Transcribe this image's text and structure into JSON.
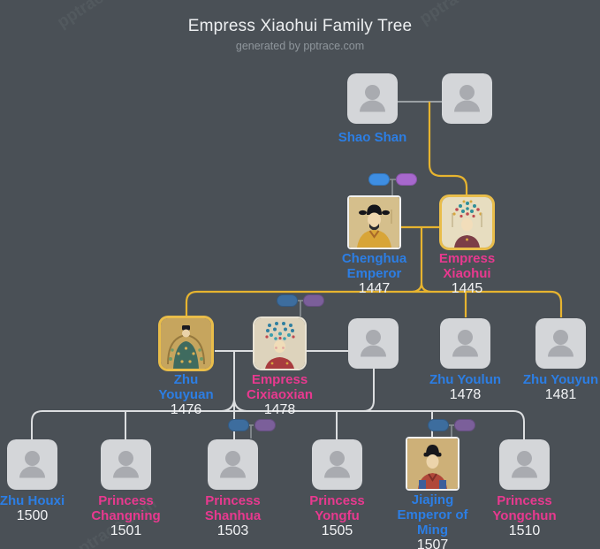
{
  "header": {
    "title": "Empress Xiaohui Family Tree",
    "subtitle": "generated by pptrace.com"
  },
  "watermark_text": "pptrace.com",
  "colors": {
    "background": "#4a5056",
    "male_name": "#2c7ee4",
    "female_name": "#e8398f",
    "year_text": "#f2f3f5",
    "descent_line_gold": "#e7b42f",
    "family_line_white": "#dcdee0",
    "gen1_spouse_line_gray": "#9aa0a4",
    "pill_blue_active": "#3e8ee2",
    "pill_purple_active": "#a768cd",
    "pill_blue_muted": "#3d6d9e",
    "pill_purple_muted": "#7b5f9a",
    "highlight_gold_border": "#e9bd4a"
  },
  "people": {
    "shao_shan": {
      "name": "Shao Shan",
      "gender": "male",
      "placeholder_avatar": true
    },
    "g1_spouse": {
      "placeholder_avatar": true
    },
    "chenghua": {
      "name": "Chenghua Emperor",
      "year": "1447",
      "gender": "male",
      "portrait": true
    },
    "xiaohui": {
      "name": "Empress Xiaohui",
      "year": "1445",
      "gender": "female",
      "portrait": true,
      "highlighted": true
    },
    "zhu_youyuan": {
      "name": "Zhu Youyuan",
      "year": "1476",
      "gender": "male",
      "portrait": true,
      "highlighted": true
    },
    "cixiaoxian": {
      "name": "Empress Cixiaoxian",
      "year": "1478",
      "gender": "female",
      "portrait": true
    },
    "g3_spouse": {
      "placeholder_avatar": true
    },
    "zhu_youlun": {
      "name": "Zhu Youlun",
      "year": "1478",
      "gender": "male",
      "placeholder_avatar": true
    },
    "zhu_youyun": {
      "name": "Zhu Youyun",
      "year": "1481",
      "gender": "male",
      "placeholder_avatar": true
    },
    "zhu_houxi": {
      "name": "Zhu Houxi",
      "year": "1500",
      "gender": "male",
      "placeholder_avatar": true
    },
    "changning": {
      "name": "Princess Changning",
      "year": "1501",
      "gender": "female",
      "placeholder_avatar": true
    },
    "shanhua": {
      "name": "Princess Shanhua",
      "year": "1503",
      "gender": "female",
      "placeholder_avatar": true
    },
    "yongfu": {
      "name": "Princess Yongfu",
      "year": "1505",
      "gender": "female",
      "placeholder_avatar": true
    },
    "jiajing": {
      "name": "Jiajing Emperor of Ming",
      "year": "1507",
      "gender": "male",
      "portrait": true
    },
    "yongchun": {
      "name": "Princess Yongchun",
      "year": "1510",
      "gender": "female",
      "placeholder_avatar": true
    }
  },
  "families": [
    {
      "parents": [
        "shao_shan",
        "g1_spouse"
      ],
      "children": [
        "xiaohui"
      ]
    },
    {
      "parents": [
        "chenghua",
        "xiaohui"
      ],
      "children": [
        "zhu_youyuan",
        "zhu_youlun",
        "zhu_youyun"
      ]
    },
    {
      "parents": [
        "zhu_youyuan",
        "cixiaoxian",
        "g3_spouse"
      ],
      "children": [
        "zhu_houxi",
        "changning",
        "shanhua",
        "yongfu",
        "jiajing",
        "yongchun"
      ]
    }
  ]
}
